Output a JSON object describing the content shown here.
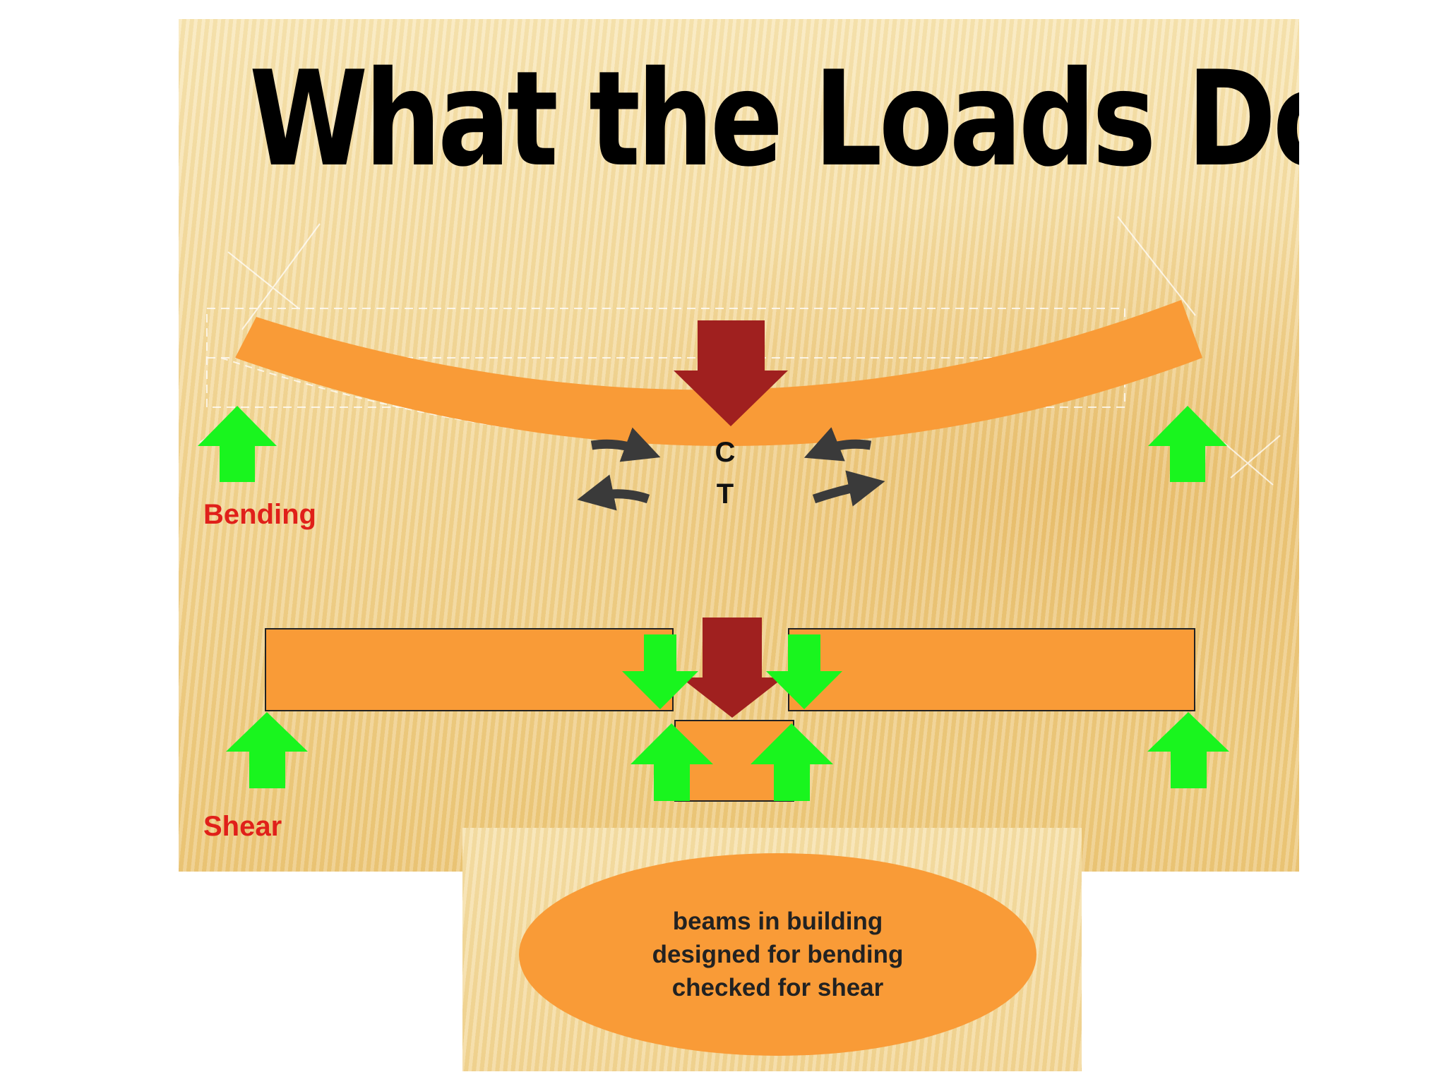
{
  "title": "What the Loads Do",
  "labels": {
    "bending": "Bending",
    "shear": "Shear",
    "compression_letter": "C",
    "tension_letter": "T"
  },
  "note": {
    "lines": [
      "beams in building",
      "designed for bending",
      "checked for shear"
    ]
  },
  "colors": {
    "beam": "#f99b37",
    "reaction_arrow": "#19f51e",
    "load_arrow": "#a0201f",
    "stress_arrow": "#3a3a3a",
    "label_red": "#e0201a"
  },
  "icons": {
    "load": "arrow-down-icon",
    "reaction": "arrow-up-icon",
    "stress": "curved-arrow-icon"
  }
}
